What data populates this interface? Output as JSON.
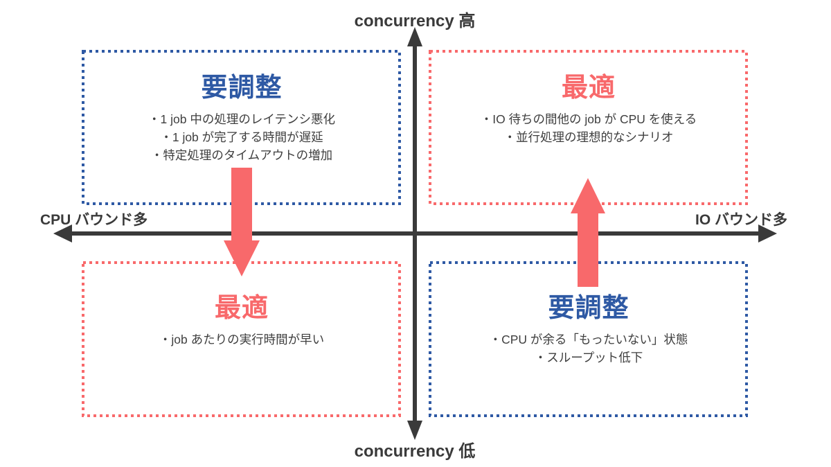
{
  "colors": {
    "blue": "#2E59A4",
    "pink": "#F8696B",
    "ink": "#3A3A3A",
    "text": "#3F3F3F",
    "bg": "#FFFFFF"
  },
  "axes": {
    "top_label": "concurrency 高",
    "bottom_label": "concurrency 低",
    "left_label": "CPU バウンド多",
    "right_label": "IO バウンド多"
  },
  "quadrants": {
    "top_left": {
      "title": "要調整",
      "bullets": [
        "・1 job 中の処理のレイテンシ悪化",
        "・1 job が完了する時間が遅延",
        "・特定処理のタイムアウトの増加"
      ]
    },
    "top_right": {
      "title": "最適",
      "bullets": [
        "・IO 待ちの間他の job が CPU を使える",
        "・並行処理の理想的なシナリオ"
      ]
    },
    "bottom_left": {
      "title": "最適",
      "bullets": [
        "・job あたりの実行時間が早い"
      ]
    },
    "bottom_right": {
      "title": "要調整",
      "bullets": [
        "・CPU が余る「もったいない」状態",
        "・スループット低下"
      ]
    }
  },
  "flow_arrows": [
    {
      "name": "arrow-down",
      "direction": "down"
    },
    {
      "name": "arrow-up",
      "direction": "up"
    }
  ]
}
